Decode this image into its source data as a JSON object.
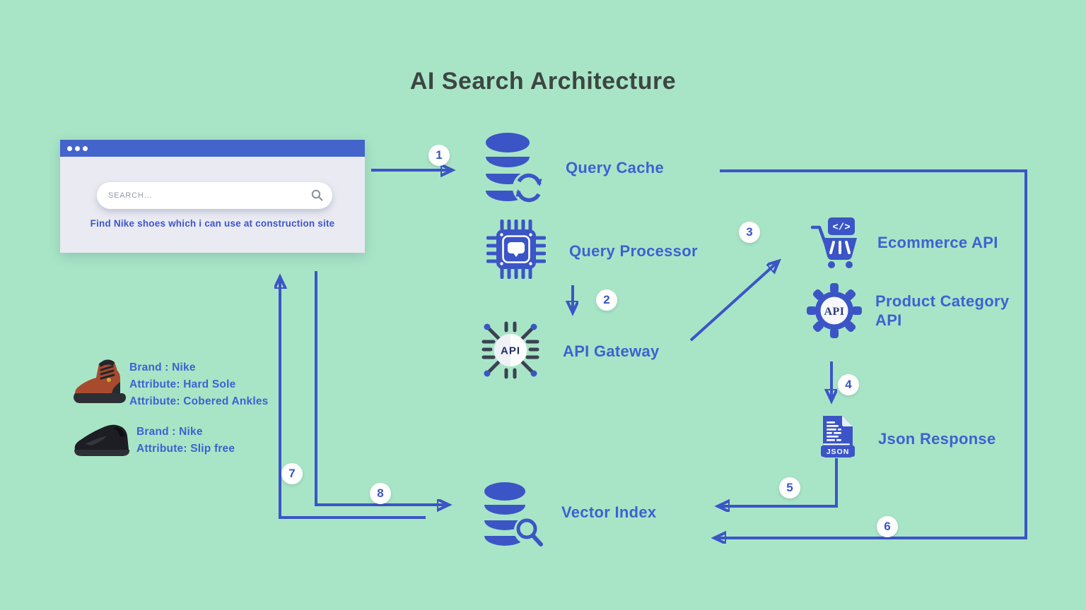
{
  "title": "AI Search Architecture",
  "colors": {
    "background": "#a8e5c6",
    "accent": "#3b55c6",
    "label_text": "#3e61d2",
    "title_text": "#3c4643",
    "browser_bar": "#4364cb",
    "browser_body": "#e9eaf2"
  },
  "browser": {
    "search_placeholder": "SEARCH...",
    "query_text": "Find Nike shoes which i can use at construction site"
  },
  "nodes": [
    {
      "label": "Query Cache",
      "icon": "database-sync-icon"
    },
    {
      "label": "Query Processor",
      "icon": "chip-chat-icon"
    },
    {
      "label": "API Gateway",
      "icon": "api-circuit-icon"
    },
    {
      "label": "Ecommerce API",
      "icon": "cart-code-icon"
    },
    {
      "label": "Product Category API",
      "icon": "gear-api-icon"
    },
    {
      "label": "Json Response",
      "icon": "json-file-icon"
    },
    {
      "label": "Vector Index",
      "icon": "database-search-icon"
    }
  ],
  "icon_texts": {
    "api_gateway": "API",
    "product_category": "API",
    "json_banner": "JSON",
    "cart_code": "</>"
  },
  "steps": [
    "1",
    "2",
    "3",
    "4",
    "5",
    "6",
    "7",
    "8"
  ],
  "products": [
    {
      "image": "brown-boot",
      "lines": [
        "Brand : Nike",
        "Attribute: Hard Sole",
        "Attribute: Cobered Ankles"
      ]
    },
    {
      "image": "black-sneaker",
      "lines": [
        "Brand : Nike",
        "Attribute: Slip free"
      ]
    }
  ]
}
